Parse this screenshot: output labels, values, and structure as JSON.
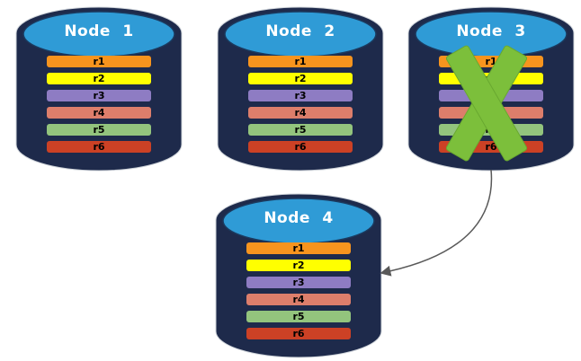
{
  "diagram": {
    "description": "Distributed database replication diagram: four database nodes holding replicas r1-r6; Node 3 has failed (crossed out) and its data is re-replicated to Node 4 (curved arrow).",
    "nodes": [
      {
        "id": "node-1",
        "label": "Node 1",
        "failed": false
      },
      {
        "id": "node-2",
        "label": "Node 2",
        "failed": false
      },
      {
        "id": "node-3",
        "label": "Node 3",
        "failed": true
      },
      {
        "id": "node-4",
        "label": "Node 4",
        "failed": false
      }
    ],
    "replicas": [
      {
        "label": "r1",
        "color": "#F7941E"
      },
      {
        "label": "r2",
        "color": "#FFFF00"
      },
      {
        "label": "r3",
        "color": "#8E7CC3"
      },
      {
        "label": "r4",
        "color": "#DD7E6B"
      },
      {
        "label": "r5",
        "color": "#93C47D"
      },
      {
        "label": "r6",
        "color": "#CC4125"
      }
    ],
    "arrow": {
      "from": "node-3",
      "to": "node-4"
    },
    "icons": {
      "node": "database-cylinder-icon",
      "failure": "x-mark-icon",
      "transfer": "curved-arrow-icon"
    },
    "colors": {
      "canvas_background": "#FFFFFF",
      "cylinder_body": "#1E2A4B",
      "cylinder_outline": "#CFD4DA",
      "cylinder_top": "#2F9BD6",
      "cylinder_top_outline": "#1B3A5F",
      "node_title_text": "#FFFFFF",
      "replica_text": "#000000",
      "failure_x_fill": "#7CBF3B",
      "failure_x_outline": "#69A830",
      "arrow": "#595959"
    }
  }
}
